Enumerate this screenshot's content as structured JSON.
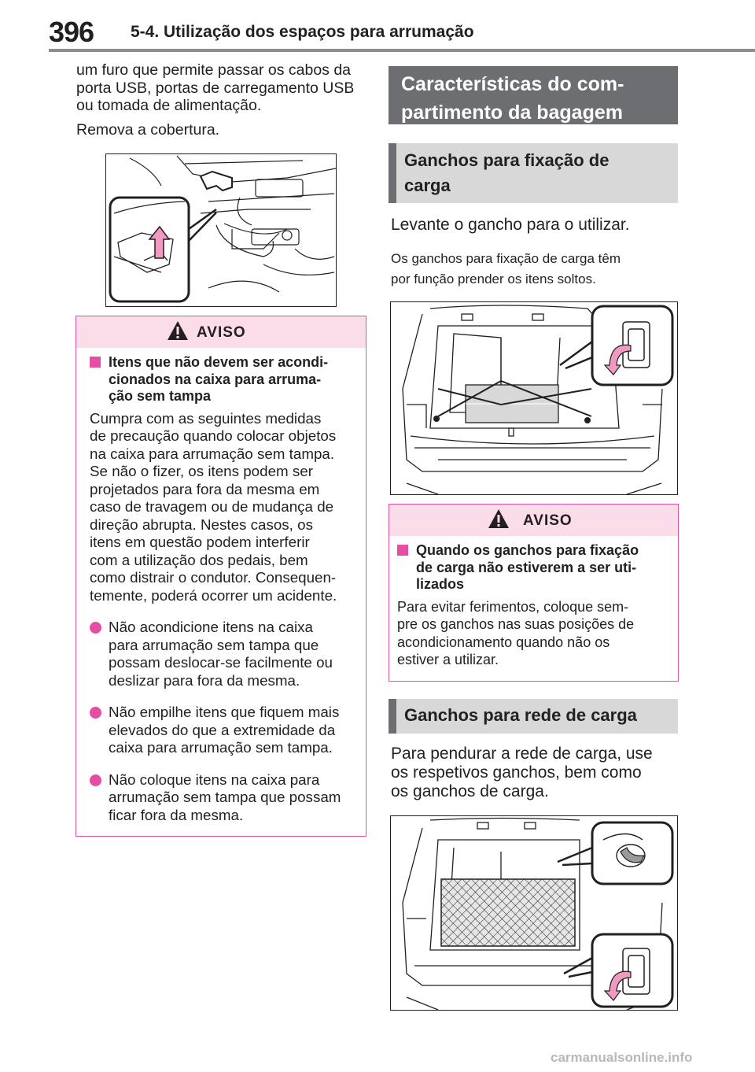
{
  "header": {
    "page_number": "396",
    "title": "5-4. Utilização dos espaços para arrumação"
  },
  "intro": {
    "para1": "um furo que permite passar os cabos da porta USB, portas de carregamento USB ou tomada de alimentação.",
    "para2": "Remova a cobertura."
  },
  "warning1": {
    "label": "AVISO",
    "subtitle": "Itens que não devem ser acondicionados na caixa para arrumação sem tampa",
    "subtitle_lines": [
      "Itens que não devem ser acondi-",
      "cionados na caixa para arruma-",
      "ção sem tampa"
    ],
    "paragraph_lines": [
      "Cumpra com as seguintes medidas",
      "de precaução quando colocar objetos",
      "na caixa para arrumação sem tampa.",
      "Se não o fizer, os itens podem ser",
      "projetados para fora da mesma em",
      "caso de travagem ou de mudança de",
      "direção abrupta. Nestes casos, os",
      "itens em questão podem interferir",
      "com a utilização dos pedais, bem",
      "como distrair o condutor. Consequen-",
      "temente, poderá ocorrer um acidente."
    ],
    "bullets": [
      [
        "Não acondicione itens na caixa",
        "para arrumação sem tampa que",
        "possam deslocar-se facilmente ou",
        "deslizar para fora da mesma."
      ],
      [
        "Não empilhe itens que fiquem mais",
        "elevados do que a extremidade da",
        "caixa para arrumação sem tampa."
      ],
      [
        "Não coloque itens na caixa para",
        "arrumação sem tampa que possam",
        "ficar fora da mesma."
      ]
    ]
  },
  "section": {
    "title_lines": [
      "Características do com-",
      "partimento da bagagem"
    ]
  },
  "sub1": {
    "title_lines": [
      "Ganchos para fixação de",
      "carga"
    ],
    "lead": "Levante o gancho para o utilizar.",
    "desc_lines": [
      "Os ganchos para fixação de carga têm",
      "por função prender os itens soltos."
    ]
  },
  "warning2": {
    "label": "AVISO",
    "subtitle_lines": [
      "Quando os ganchos para fixação",
      "de carga não estiverem a ser uti-",
      "lizados"
    ],
    "paragraph_lines": [
      "Para evitar ferimentos, coloque sem-",
      "pre os ganchos nas suas posições de",
      "acondicionamento quando não os",
      "estiver a utilizar."
    ]
  },
  "sub2": {
    "title": "Ganchos para rede de carga",
    "lead_lines": [
      "Para pendurar a rede de carga, use",
      "os respetivos ganchos, bem como",
      "os ganchos de carga."
    ]
  },
  "watermark": "carmanualsonline.info",
  "colors": {
    "accent": "#e44ea3",
    "warn_bg": "#fbdce9",
    "section_bg": "#6d6e71",
    "sub_bg": "#d8d8d8"
  }
}
